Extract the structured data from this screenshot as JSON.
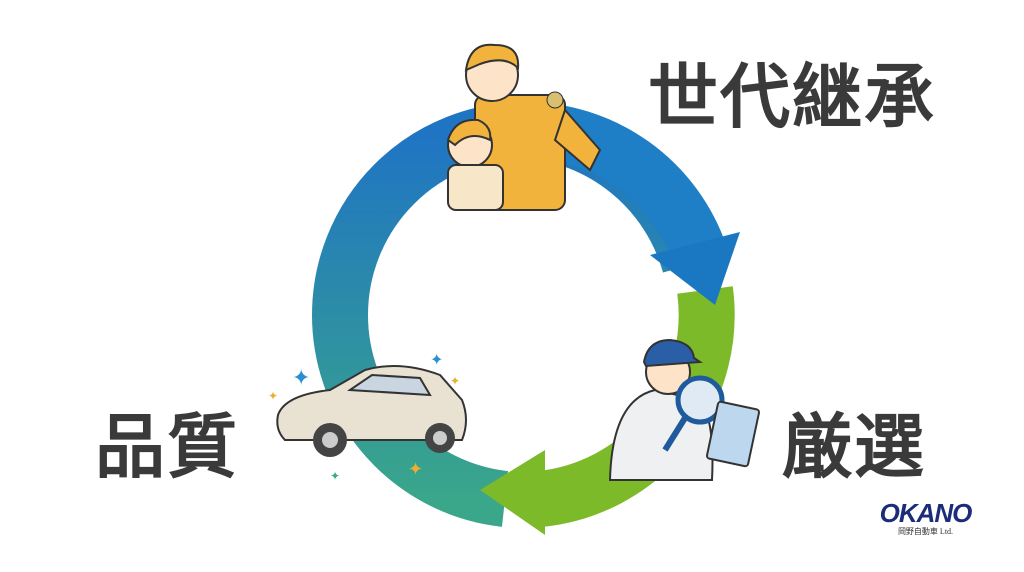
{
  "labels": {
    "generation": "世代継承",
    "quality": "品質",
    "selection": "厳選"
  },
  "logo": {
    "name": "OKANO",
    "subtitle": "岡野自動車 Ltd."
  },
  "colors": {
    "ring_blue": "#1e7fc6",
    "ring_green": "#7dba2a",
    "text": "#3a3a3a",
    "logo": "#1b2d7a"
  }
}
